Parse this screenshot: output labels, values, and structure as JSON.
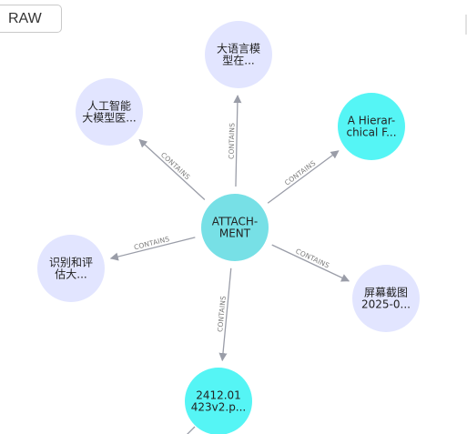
{
  "toolbar": {
    "raw_label": "RAW"
  },
  "graph": {
    "center": {
      "id": "attachment",
      "lines": [
        "ATTACH-",
        "MENT"
      ],
      "color": "#77e0e6"
    },
    "edge_label": "CONTAINS",
    "nodes": [
      {
        "id": "llm-paper",
        "lines": [
          "大语言模",
          "型在..."
        ],
        "color": "#e2e5ff"
      },
      {
        "id": "ai-medical",
        "lines": [
          "人工智能",
          "大模型医..."
        ],
        "color": "#e2e5ff"
      },
      {
        "id": "hierarchical",
        "lines": [
          "A Hierar-",
          "chical F..."
        ],
        "color": "#55f5f5"
      },
      {
        "id": "identify-eval",
        "lines": [
          "识别和评",
          "估大..."
        ],
        "color": "#e2e5ff"
      },
      {
        "id": "screenshot",
        "lines": [
          "屏幕截图",
          "2025-0..."
        ],
        "color": "#e2e5ff"
      },
      {
        "id": "arxiv-pdf",
        "lines": [
          "2412.01",
          "423v2.p..."
        ],
        "color": "#55f5f5"
      }
    ]
  }
}
